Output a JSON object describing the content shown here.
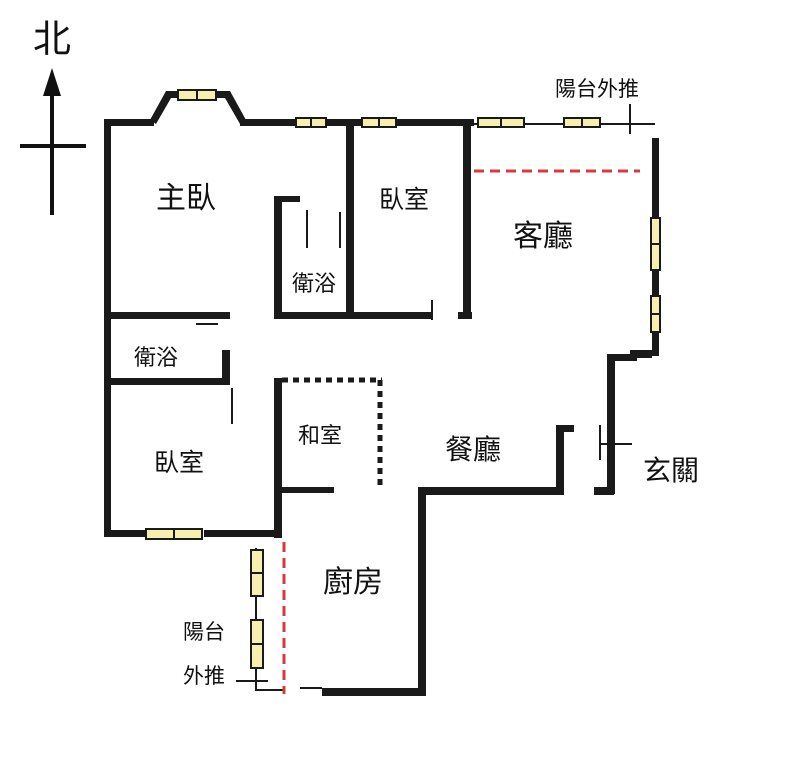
{
  "compass": {
    "north_label": "北"
  },
  "rooms": {
    "master_bedroom": "主臥",
    "bedroom_top": "臥室",
    "living_room": "客廳",
    "bath_master": "衛浴",
    "bath_hall": "衛浴",
    "japanese_room": "和室",
    "dining_room": "餐廳",
    "entrance": "玄關",
    "bedroom_bottom": "臥室",
    "kitchen": "廚房"
  },
  "annotations": {
    "balcony_extend_top": "陽台外推",
    "balcony_label": "陽台",
    "extend_label": "外推"
  },
  "colors": {
    "wall": "#1a1a1a",
    "window_fill": "#f6efb0",
    "balcony_line": "#d83a3a"
  }
}
